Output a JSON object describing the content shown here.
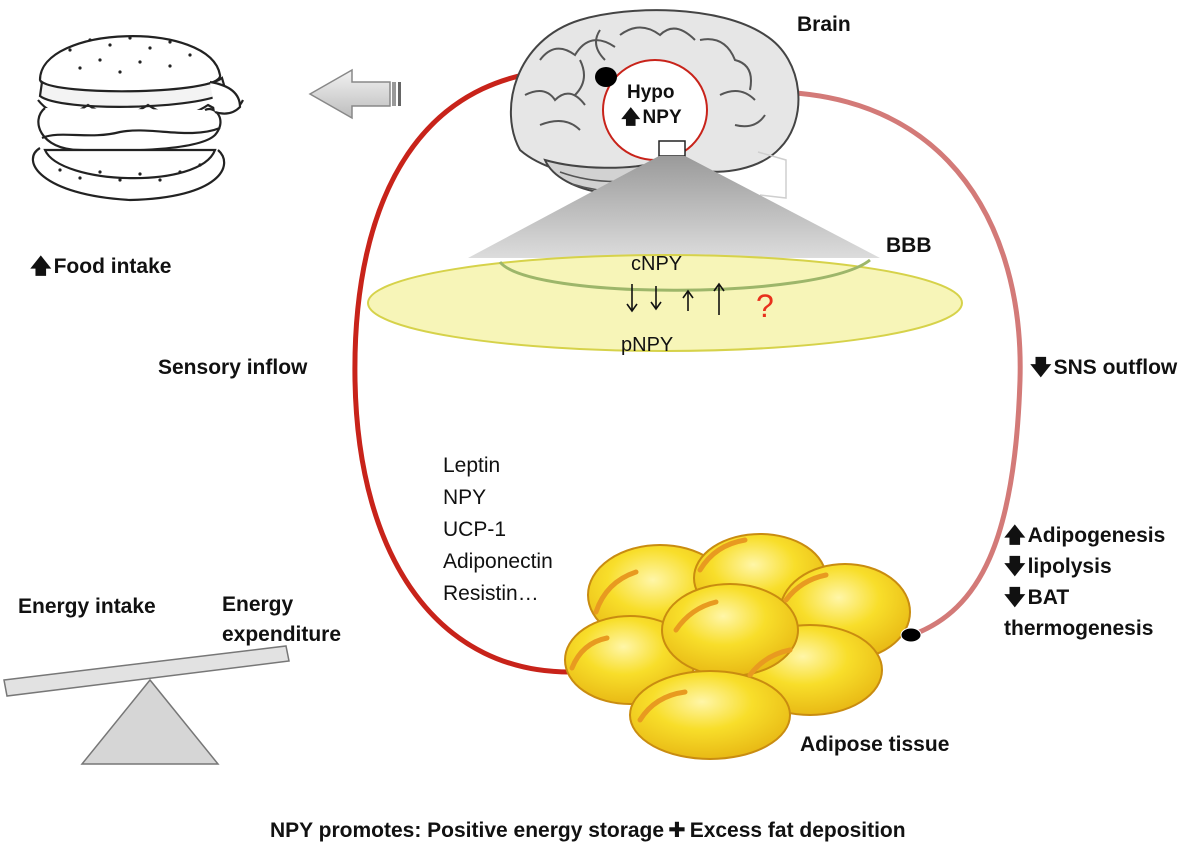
{
  "labels": {
    "brain": "Brain",
    "hypo": "Hypo",
    "npy_hypo": "NPY",
    "bbb": "BBB",
    "food_intake": "Food intake",
    "cnpy": "cNPY",
    "pnpy": "pNPY",
    "question": "?",
    "sensory_inflow": "Sensory inflow",
    "sns_outflow": "SNS outflow",
    "energy_intake": "Energy intake",
    "energy_expenditure_1": "Energy",
    "energy_expenditure_2": "expenditure",
    "adipose_tissue": "Adipose tissue"
  },
  "factors": [
    "Leptin",
    "NPY",
    "UCP-1",
    "Adiponectin",
    "Resistin…"
  ],
  "effects": {
    "adipogenesis": "Adipogenesis",
    "lipolysis": "lipolysis",
    "bat_1": "BAT",
    "bat_2": "thermogenesis"
  },
  "caption": {
    "part1": "NPY promotes: Positive energy storage",
    "part2": "Excess fat deposition"
  },
  "glyphs": {
    "up": "🡅",
    "down": "🡇",
    "cross": "✚"
  },
  "colors": {
    "loop_left": "#c8231a",
    "loop_right": "#d37a78",
    "bbb_fill": "#f7f5b8",
    "bbb_stroke": "#d6d24a",
    "fat_yellow": "#f4d21a",
    "fat_orange": "#e89a20",
    "question": "#e8301c"
  }
}
